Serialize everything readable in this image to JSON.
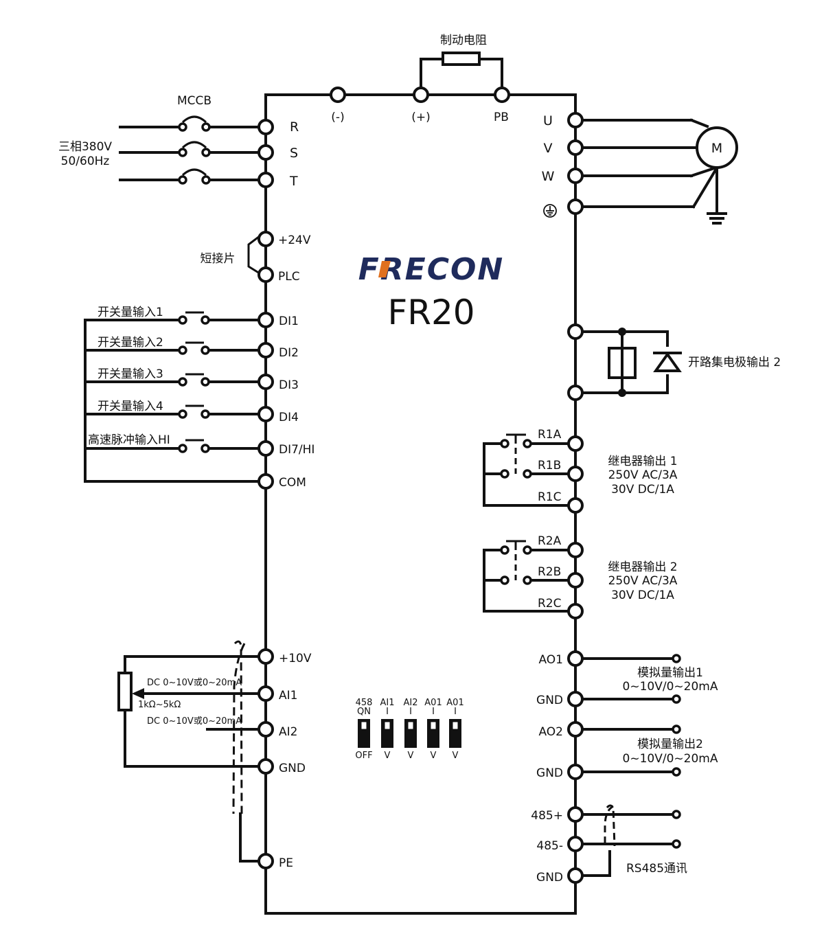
{
  "brand": {
    "logo_text": "FRECON",
    "logo_color": "#1f2b5c",
    "logo_accent_color": "#e0701e",
    "model": "FR20"
  },
  "mains": {
    "breaker_label": "MCCB",
    "supply_label_1": "三相380V",
    "supply_label_2": "50/60Hz"
  },
  "dc_bus": {
    "brake_resistor_label": "制动电阻",
    "terminals": [
      "(-)",
      "(+)",
      "PB"
    ]
  },
  "power_in_terminals": [
    "R",
    "S",
    "T"
  ],
  "motor": {
    "terminals": [
      "U",
      "V",
      "W"
    ],
    "ground_icon": "ground-circle-icon",
    "symbol": "M"
  },
  "jumper": {
    "label": "短接片",
    "terminals": [
      "+24V",
      "PLC"
    ]
  },
  "digital_inputs": {
    "items": [
      {
        "label": "开关量输入1",
        "terminal": "DI1"
      },
      {
        "label": "开关量输入2",
        "terminal": "DI2"
      },
      {
        "label": "开关量输入3",
        "terminal": "DI3"
      },
      {
        "label": "开关量输入4",
        "terminal": "DI4"
      },
      {
        "label": "高速脉冲输入HI",
        "terminal": "DI7/HI"
      }
    ],
    "common": "COM"
  },
  "open_collector": {
    "label": "开路集电极输出 2"
  },
  "relays": [
    {
      "terminals": [
        "R1A",
        "R1B",
        "R1C"
      ],
      "title": "继电器输出 1",
      "rating_ac": "250V AC/3A",
      "rating_dc": "30V DC/1A"
    },
    {
      "terminals": [
        "R2A",
        "R2B",
        "R2C"
      ],
      "title": "继电器输出 2",
      "rating_ac": "250V AC/3A",
      "rating_dc": "30V DC/1A"
    }
  ],
  "analog_inputs": {
    "terminals": [
      "+10V",
      "AI1",
      "AI2",
      "GND",
      "PE"
    ],
    "ai1_label": "DC 0~10V或0~20mA",
    "ai2_label": "DC 0~10V或0~20mA",
    "pot_label": "1kΩ~5kΩ"
  },
  "dip_switches": [
    {
      "top1": "458",
      "top2": "QN",
      "bottom": "OFF"
    },
    {
      "top1": "AI1",
      "top2": "I",
      "bottom": "V"
    },
    {
      "top1": "AI2",
      "top2": "I",
      "bottom": "V"
    },
    {
      "top1": "A01",
      "top2": "I",
      "bottom": "V"
    },
    {
      "top1": "A01",
      "top2": "I",
      "bottom": "V"
    }
  ],
  "analog_outputs": [
    {
      "terminal": "AO1",
      "gnd": "GND",
      "title": "模拟量输出1",
      "range": "0~10V/0~20mA"
    },
    {
      "terminal": "AO2",
      "gnd": "GND",
      "title": "模拟量输出2",
      "range": "0~10V/0~20mA"
    }
  ],
  "rs485": {
    "terminals": [
      "485+",
      "485-",
      "GND"
    ],
    "label": "RS485通讯"
  }
}
